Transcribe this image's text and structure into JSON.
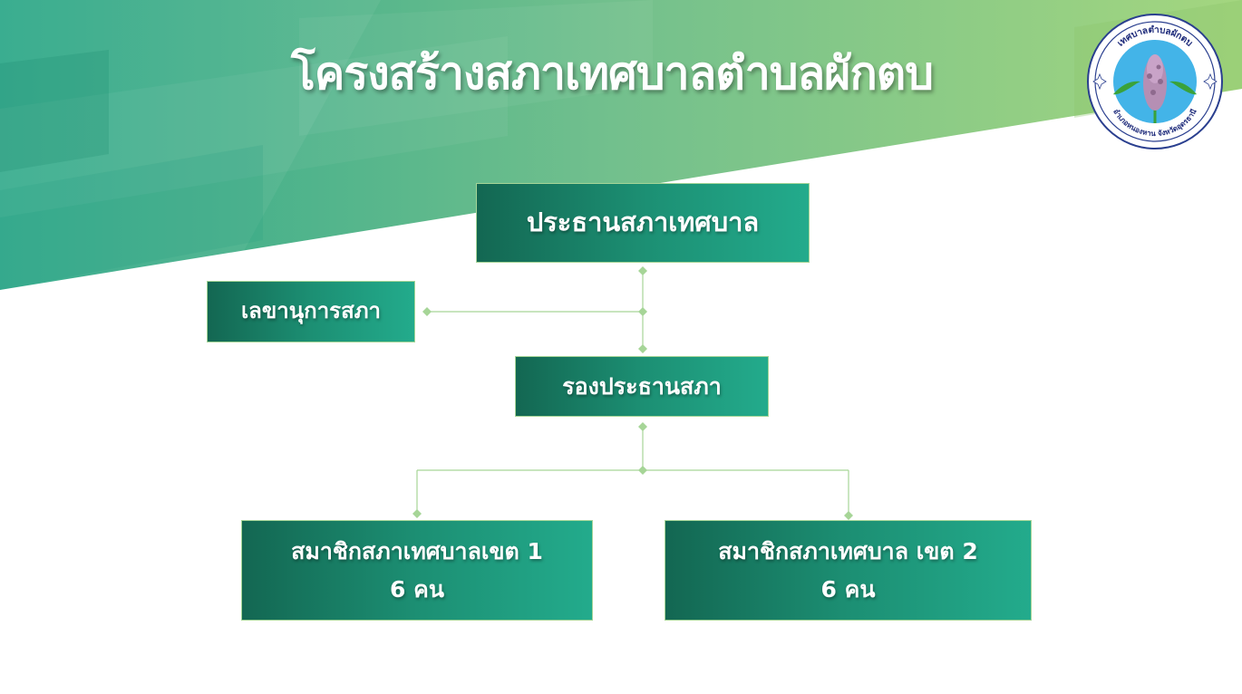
{
  "title": "โครงสร้างสภาเทศบาลตำบลผักตบ",
  "logo": {
    "top_text": "เทศบาลตำบลผักตบ",
    "bottom_text": "อำเภอหนองหาน จังหวัดอุดรธานี",
    "icon": "lotus-flower-seal-icon"
  },
  "org_chart": {
    "chair": "ประธานสภาเทศบาล",
    "secretary": "เลขานุการสภา",
    "vice_chair": "รองประธานสภา",
    "zone1": {
      "line1": "สมาชิกสภาเทศบาลเขต 1",
      "line2": "6 คน"
    },
    "zone2": {
      "line1": "สมาชิกสภาเทศบาล เขต 2",
      "line2": "6 คน"
    }
  },
  "colors": {
    "box_dark": "#136752",
    "box_light": "#23ab8c",
    "connector": "#a6d597",
    "banner_teal": "#2ea88a",
    "banner_green": "#a4d67f"
  }
}
